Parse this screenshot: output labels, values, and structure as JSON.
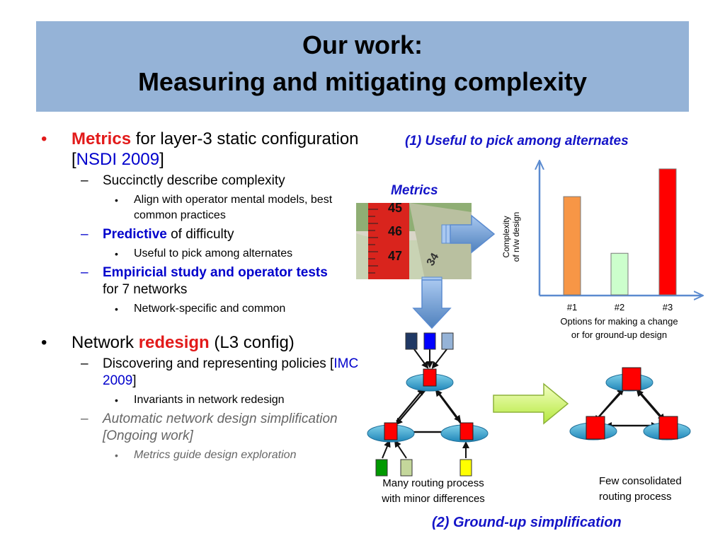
{
  "title": {
    "line1": "Our work:",
    "line2": "Measuring and mitigating complexity"
  },
  "bullets": {
    "b1": {
      "marker": "•",
      "highlight": "Metrics",
      "text": " for layer-3 static configuration [",
      "link": "NSDI 2009",
      "close": "]"
    },
    "b1_s1": {
      "marker": "–",
      "text": "Succinctly describe complexity"
    },
    "b1_s1_t1": {
      "marker": "•",
      "text": "Align with operator mental models, best common practices"
    },
    "b1_s2": {
      "marker": "–",
      "highlight": "Predictive",
      "text": " of difficulty"
    },
    "b1_s2_t1": {
      "marker": "•",
      "text": "Useful to pick among alternates"
    },
    "b1_s3": {
      "marker": "–",
      "highlight": "Empiricial study and operator tests",
      "text": "for 7 networks"
    },
    "b1_s3_t1": {
      "marker": "•",
      "text": "Network-specific and common"
    },
    "b2": {
      "marker": "•",
      "text": "Network ",
      "highlight": "redesign",
      "text2": " (L3 config)"
    },
    "b2_s1": {
      "marker": "–",
      "text": "Discovering and representing policies [",
      "link": "IMC 2009",
      "close": "]"
    },
    "b2_s1_t1": {
      "marker": "•",
      "text": "Invariants in network redesign"
    },
    "b2_s2": {
      "marker": "–",
      "text": "Automatic network design simplification [Ongoing work]"
    },
    "b2_s2_t1": {
      "marker": "•",
      "text": "Metrics guide design exploration"
    }
  },
  "diagram": {
    "useful_header": "(1) Useful to pick among alternates",
    "metrics_label": "Metrics",
    "ylabel": "Complexity\nof n/w design",
    "options_caption": "Options for making a change\nor for ground-up design",
    "routing_left": "Many routing process\nwith minor differences",
    "routing_right": "Few consolidated\nrouting process",
    "footer": "(2) Ground-up simplification",
    "tape_numbers": [
      "45",
      "46",
      "47",
      "34"
    ]
  },
  "chart_data": {
    "type": "bar",
    "categories": [
      "#1",
      "#2",
      "#3"
    ],
    "values": [
      0.78,
      0.33,
      1.0
    ],
    "colors": [
      "#f79646",
      "#ccffcc",
      "#ff0000"
    ],
    "ylabel": "Complexity of n/w design",
    "xlabel": "Options for making a change or for ground-up design",
    "ylim": [
      0,
      1.05
    ],
    "grid": false
  }
}
